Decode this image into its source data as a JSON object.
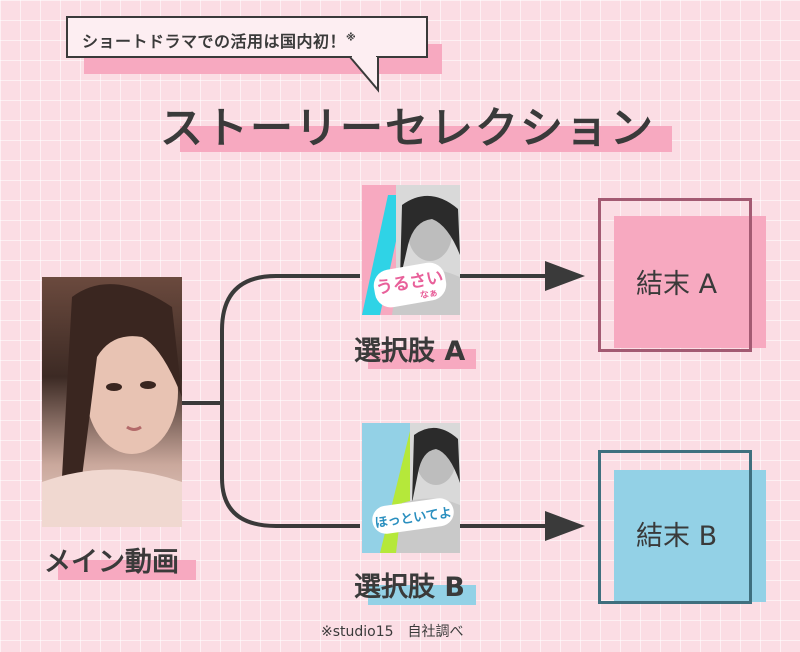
{
  "callout": {
    "text": "ショートドラマでの活用は国内初！",
    "mark": "※"
  },
  "title": "ストーリーセレクション",
  "main_video": {
    "label": "メイン動画"
  },
  "choice_a": {
    "label": "選択肢 A",
    "sticker_main": "うるさい",
    "sticker_sub": "なぁ"
  },
  "choice_b": {
    "label": "選択肢 B",
    "sticker_main": "ほっといてよ"
  },
  "ending_a": {
    "label": "結末 A"
  },
  "ending_b": {
    "label": "結末 B"
  },
  "footnote": "※studio15　自社調べ",
  "colors": {
    "pink": "#f7a9c0",
    "blue": "#93d1e6",
    "text": "#3a3a3a",
    "frame_a": "#a35a72",
    "frame_b": "#3f6f7e",
    "cyan_accent": "#2fd3e6",
    "lime_accent": "#b5e83a"
  }
}
